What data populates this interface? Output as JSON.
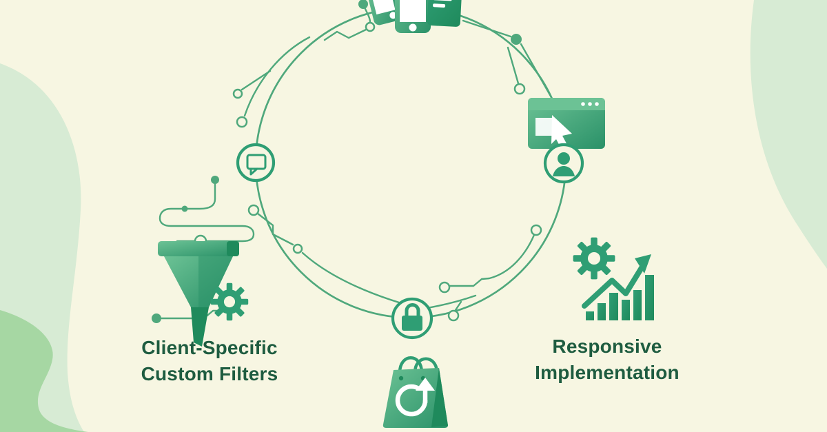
{
  "labels": {
    "client_filters": {
      "line1": "Client-Specific",
      "line2": "Custom Filters"
    },
    "responsive": {
      "line1": "Responsive",
      "line2": "Implementation"
    }
  },
  "icons": {
    "top_of_circle": [
      "smartphone-icon",
      "smartphone-icon",
      "message-card-icon"
    ],
    "right_of_circle": [
      "browser-window-icon",
      "cursor-icon",
      "user-badge-icon"
    ],
    "left_of_circle": [
      "chat-bubble-badge-icon"
    ],
    "bottom_of_circle": [
      "lock-badge-icon",
      "shopping-bag-refresh-icon"
    ],
    "left_feature": [
      "funnel-icon",
      "gear-icon"
    ],
    "right_feature": [
      "gear-icon",
      "growth-bar-chart-icon"
    ]
  },
  "colors": {
    "background": "#f7f6e2",
    "blob_light": "#d7ebd4",
    "blob_mid": "#a6d7a3",
    "line_green": "#4fa87c",
    "icon_green_light": "#6cc295",
    "icon_green_dark": "#2a9168",
    "icon_teal": "#2f9e74",
    "icon_teal_dark": "#1f8a5c",
    "text_green": "#1e5c40",
    "white": "#ffffff"
  }
}
